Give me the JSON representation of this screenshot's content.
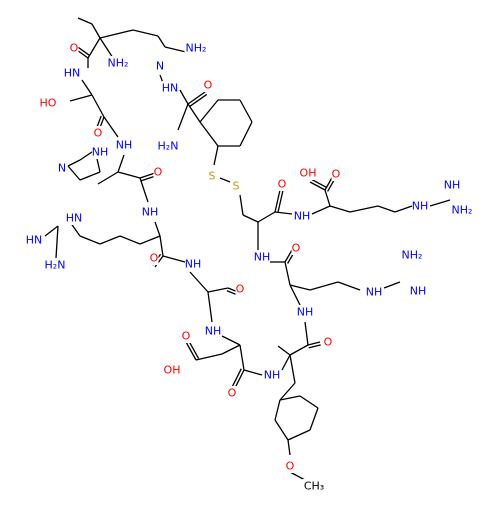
{
  "colors": {
    "bond": "#000000",
    "oxygen": "#ff0000",
    "nitrogen": "#0000ff",
    "sulfur": "#b8a000",
    "carbon_label": "#000000"
  },
  "atom_labels": {
    "nh2": "NH₂",
    "h2n": "H₂N",
    "nh": "NH",
    "hn": "HN",
    "n": "N",
    "o": "O",
    "ho": "HO",
    "oh": "OH",
    "s": "S",
    "ch3": "CH₃"
  }
}
